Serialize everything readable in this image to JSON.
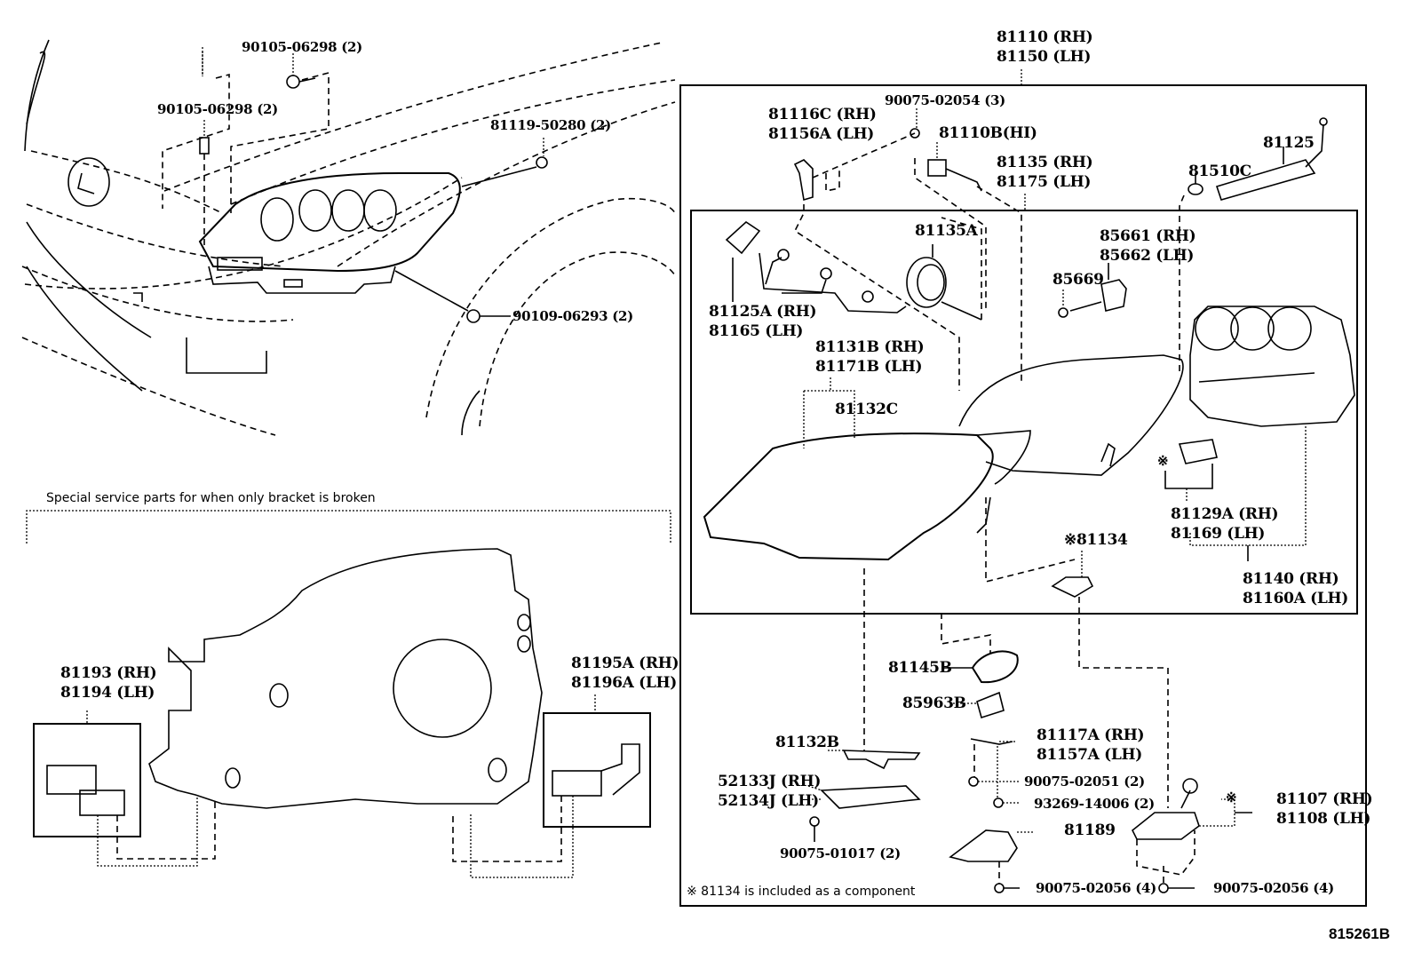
{
  "diagram": {
    "drawing_code": "815261B",
    "top_left_view": {
      "labels": [
        {
          "id": "bolt-upper",
          "text": "90105-06298 (2)"
        },
        {
          "id": "bolt-left",
          "text": "90105-06298 (2)"
        },
        {
          "id": "clip",
          "text": "81119-50280 (2)"
        },
        {
          "id": "bolt-lower",
          "text": "90109-06293 (2)"
        }
      ]
    },
    "bracket_kit": {
      "title": "Special service parts for when only bracket is broken",
      "labels": [
        {
          "id": "bracket-left",
          "lines": [
            "81193 (RH)",
            "81194 (LH)"
          ]
        },
        {
          "id": "bracket-right",
          "lines": [
            "81195A (RH)",
            "81196A (LH)"
          ]
        }
      ]
    },
    "headlamp_assembly": {
      "assembly_label": [
        "81110 (RH)",
        "81150 (LH)"
      ],
      "parts": [
        {
          "id": "bracket-support",
          "lines": [
            "81116C (RH)",
            "81156A (LH)"
          ]
        },
        {
          "id": "screw-3",
          "lines": [
            "90075-02054 (3)"
          ]
        },
        {
          "id": "bulb-hi",
          "lines": [
            "81110B(HI)"
          ]
        },
        {
          "id": "unit-sub",
          "lines": [
            "81135 (RH)",
            "81175 (LH)"
          ]
        },
        {
          "id": "socket",
          "lines": [
            "81510C"
          ]
        },
        {
          "id": "actuator",
          "lines": [
            "81125"
          ]
        },
        {
          "id": "cap",
          "lines": [
            "81135A"
          ]
        },
        {
          "id": "leveling-motor",
          "lines": [
            "85661 (RH)",
            "85662 (LH)"
          ]
        },
        {
          "id": "o-ring",
          "lines": [
            "85669"
          ]
        },
        {
          "id": "wire",
          "lines": [
            "81125A (RH)",
            "81165 (LH)"
          ]
        },
        {
          "id": "lens-housing",
          "lines": [
            "81131B (RH)",
            "81171B (LH)"
          ]
        },
        {
          "id": "gasket-lens",
          "lines": [
            "81132C"
          ]
        },
        {
          "id": "computer",
          "lines": [
            "81129A (RH)",
            "81169 (LH)"
          ]
        },
        {
          "id": "gasket-asterisk",
          "lines": [
            "※81134"
          ]
        },
        {
          "id": "reflector",
          "lines": [
            "81140 (RH)",
            "81160A (LH)"
          ]
        },
        {
          "id": "gasket-b",
          "lines": [
            "81145B"
          ]
        },
        {
          "id": "protector",
          "lines": [
            "85963B"
          ]
        },
        {
          "id": "bracket-b",
          "lines": [
            "81132B"
          ]
        },
        {
          "id": "retainer",
          "lines": [
            "52133J (RH)",
            "52134J (LH)"
          ]
        },
        {
          "id": "screw-01017",
          "lines": [
            "90075-01017 (2)"
          ]
        },
        {
          "id": "cover-plate",
          "lines": [
            "81117A (RH)",
            "81157A (LH)"
          ]
        },
        {
          "id": "screw-02051",
          "lines": [
            "90075-02051 (2)"
          ]
        },
        {
          "id": "screw-14006",
          "lines": [
            "93269-14006 (2)"
          ]
        },
        {
          "id": "cover-81189",
          "lines": [
            "81189"
          ]
        },
        {
          "id": "screw-02056-a",
          "lines": [
            "90075-02056 (4)"
          ]
        },
        {
          "id": "ballast",
          "lines": [
            "81107 (RH)",
            "81108 (LH)"
          ]
        },
        {
          "id": "screw-02056-b",
          "lines": [
            "90075-02056 (4)"
          ]
        },
        {
          "id": "asterisk-computer",
          "lines": [
            "※"
          ]
        },
        {
          "id": "asterisk-ballast",
          "lines": [
            "※"
          ]
        }
      ],
      "footnote": "※ 81134 is included as a component"
    }
  }
}
